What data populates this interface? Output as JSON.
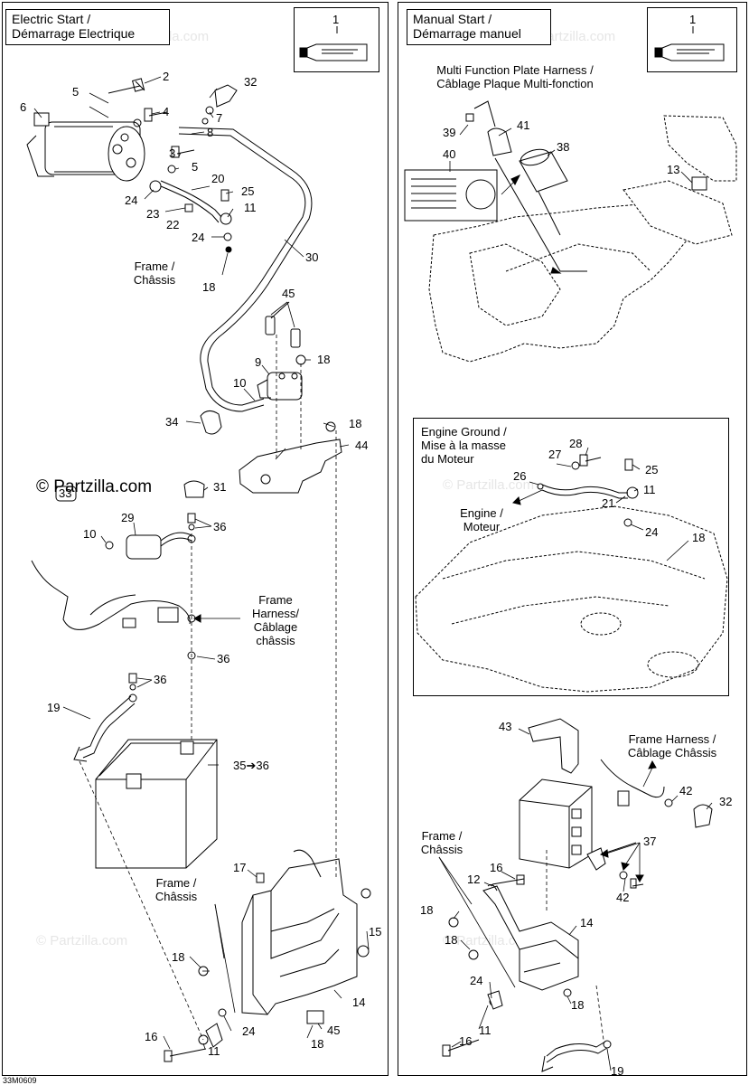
{
  "left_panel": {
    "title_line1": "Electric Start /",
    "title_line2": "Démarrage Electrique",
    "kit_number": "1",
    "callouts": {
      "n2": "2",
      "n3": "3",
      "n4": "4",
      "n5a": "5",
      "n5b": "5",
      "n6": "6",
      "n7": "7",
      "n8": "8",
      "n9": "9",
      "n10a": "10",
      "n10b": "10",
      "n11a": "11",
      "n11b": "11",
      "n14": "14",
      "n15": "15",
      "n16": "16",
      "n17": "17",
      "n18a": "18",
      "n18b": "18",
      "n18c": "18",
      "n18d": "18",
      "n18e": "18",
      "n19": "19",
      "n20": "20",
      "n22": "22",
      "n23": "23",
      "n24a": "24",
      "n24b": "24",
      "n24c": "24",
      "n25": "25",
      "n29": "29",
      "n30": "30",
      "n31": "31",
      "n32": "32",
      "n33": "33",
      "n34": "34",
      "n35": "35➔36",
      "n36a": "36",
      "n36b": "36",
      "n36c": "36",
      "n44": "44",
      "n45a": "45",
      "n45b": "45"
    },
    "frame_chassis_1": [
      "Frame /",
      "Châssis"
    ],
    "frame_harness": [
      "Frame",
      "Harness/",
      "Câblage",
      "châssis"
    ],
    "frame_chassis_2": [
      "Frame /",
      "Châssis"
    ]
  },
  "right_panel": {
    "title_line1": "Manual Start /",
    "title_line2": "Démarrage manuel",
    "kit_number": "1",
    "multi_function": [
      "Multi Function Plate Harness /",
      "Câblage Plaque Multi-fonction"
    ],
    "callouts": {
      "n13": "13",
      "n38": "38",
      "n39": "39",
      "n40": "40",
      "n41": "41",
      "n11a": "11",
      "n11b": "11",
      "n12": "12",
      "n14": "14",
      "n16a": "16",
      "n16b": "16",
      "n18a": "18",
      "n18b": "18",
      "n18c": "18",
      "n18d": "18",
      "n19": "19",
      "n21": "21",
      "n24a": "24",
      "n24b": "24",
      "n25": "25",
      "n26": "26",
      "n27": "27",
      "n28": "28",
      "n32": "32",
      "n37": "37",
      "n42a": "42",
      "n42b": "42",
      "n43": "43"
    },
    "engine_ground": [
      "Engine Ground /",
      "Mise à la masse",
      "du Moteur"
    ],
    "engine_moteur": [
      "Engine /",
      "Moteur"
    ],
    "frame_harness": [
      "Frame Harness /",
      "Câblage Châssis"
    ],
    "frame_chassis": [
      "Frame /",
      "Châssis"
    ]
  },
  "watermark": "© Partzilla.com",
  "watermark_faint": "© Partzilla.com",
  "drawing_code": "33M0609"
}
